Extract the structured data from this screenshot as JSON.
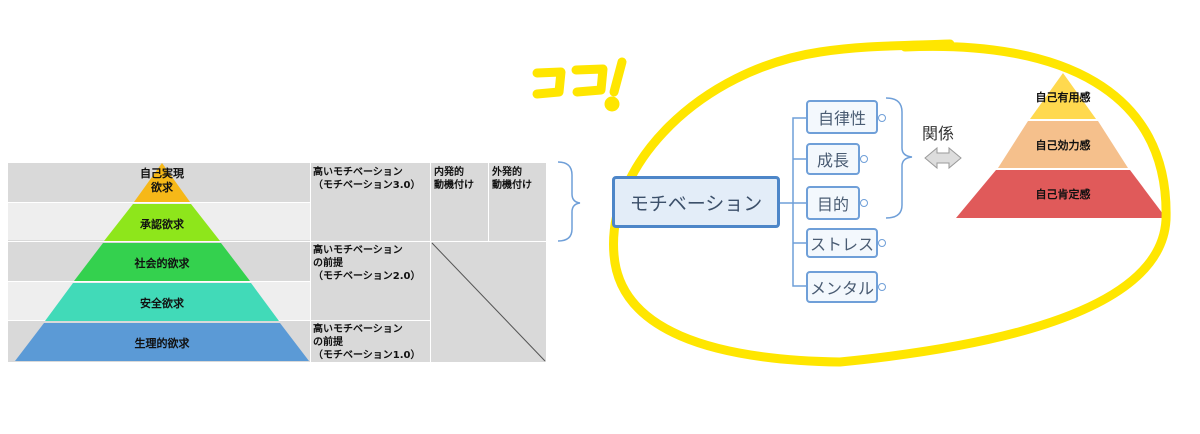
{
  "maslow": {
    "levels": [
      {
        "label_line1": "自己実現",
        "label_line2": "欲求",
        "color": "#f6b818"
      },
      {
        "label": "承認欲求",
        "color": "#8ee61b"
      },
      {
        "label": "社会的欲求",
        "color": "#34d14e"
      },
      {
        "label": "安全欲求",
        "color": "#41dab8"
      },
      {
        "label": "生理的欲求",
        "color": "#5b9ad6"
      }
    ]
  },
  "motivation_table": {
    "rows": [
      {
        "text": "高いモチベーション\n（モチベーション3.0）"
      },
      {
        "text": "高いモチベーション\nの前提\n（モチベーション2.0）"
      },
      {
        "text": "高いモチベーション\nの前提\n（モチベーション1.0）"
      }
    ],
    "headers": [
      "内発的\n動機付け",
      "外発的\n動機付け"
    ]
  },
  "annotation": {
    "koko": "ココ!",
    "color": "#ffe600"
  },
  "mindmap": {
    "central": "モチベーション",
    "children": [
      "自律性",
      "成長",
      "目的",
      "ストレス",
      "メンタル"
    ],
    "relation_label": "関係"
  },
  "self_pyramid": {
    "levels": [
      {
        "label": "自己有用感",
        "color": "#ffd94e"
      },
      {
        "label": "自己効力感",
        "color": "#f5c08c"
      },
      {
        "label": "自己肯定感",
        "color": "#e05a5a"
      }
    ]
  }
}
